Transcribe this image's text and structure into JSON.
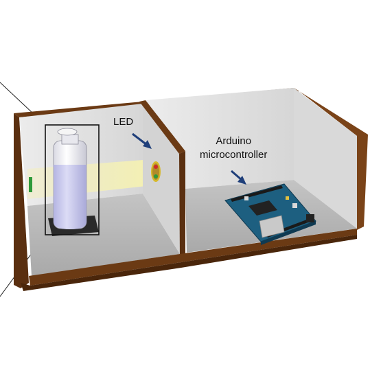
{
  "labels": {
    "led": "LED",
    "arduino_line1": "Arduino",
    "arduino_line2": "microcontroller"
  },
  "colors": {
    "wood": "#6b3a14",
    "wood_dark": "#4a260b",
    "wall_light": "#e6e6e6",
    "wall_mid": "#cfcfcf",
    "floor": "#b9b9b9",
    "light_beam": "#f3efb8",
    "bottle": "#f0f0f4",
    "bottle_liquid": "#c9c9ee",
    "arrow": "#1f3f7a",
    "pcb": "#1d5f80",
    "led_red": "#cc2a2a",
    "led_green": "#2e9a3a"
  },
  "icons": {
    "bottle": "bottle-icon",
    "led": "led-icon",
    "board": "arduino-board-icon"
  }
}
